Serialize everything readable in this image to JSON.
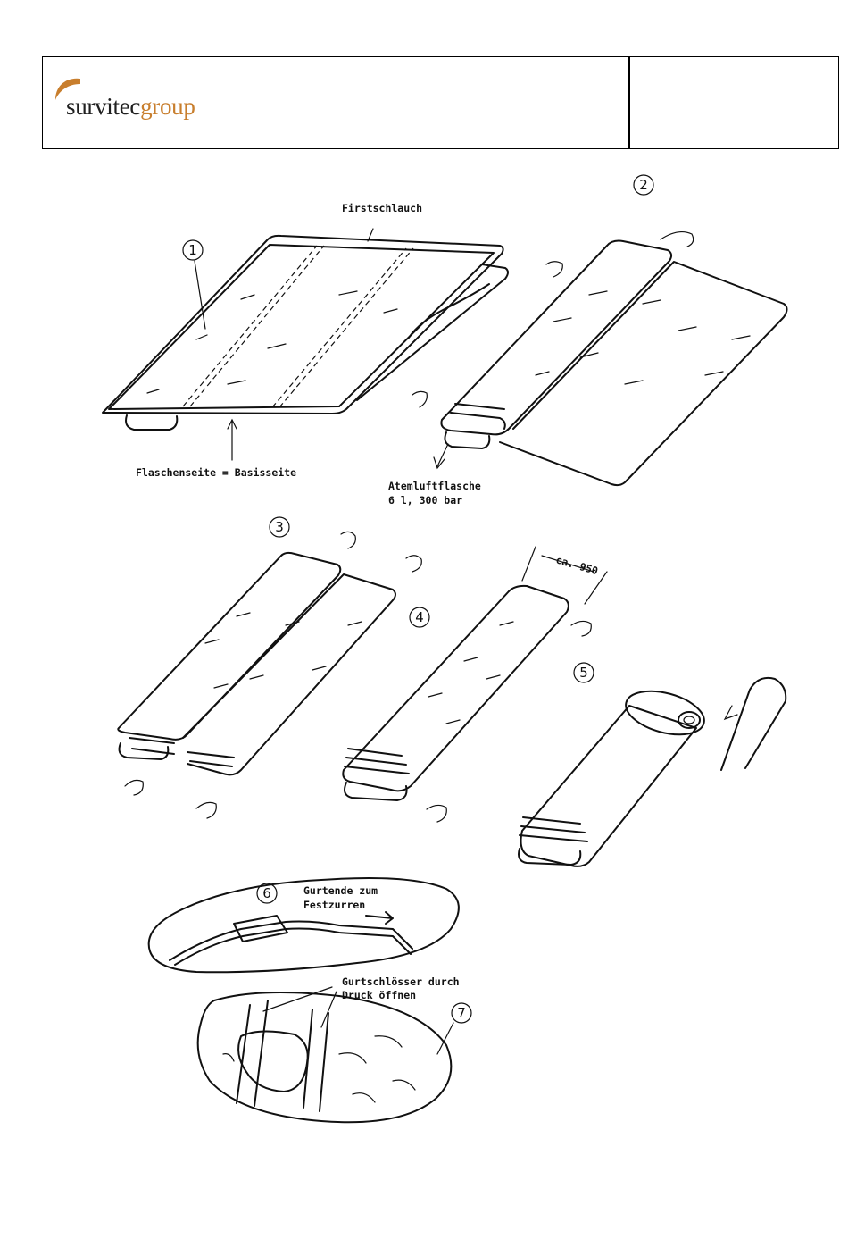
{
  "header": {
    "logo": {
      "text_a": "survitec",
      "text_b": "group",
      "accent_color": "#c87e2d"
    }
  },
  "figure": {
    "label_firstschlauch": "Firstschlauch",
    "label_flaschenseite": "Flaschenseite = Basisseite",
    "label_atemluft_line1": "Atemluftflasche",
    "label_atemluft_line2": "6 l, 300 bar",
    "label_dimension": "ca. 950",
    "label_gurtende_line1": "Gurtende zum",
    "label_gurtende_line2": "Festzurren",
    "label_gurtschloss_line1": "Gurtschlösser durch",
    "label_gurtschloss_line2": "Druck öffnen",
    "steps": [
      "1",
      "2",
      "3",
      "4",
      "5",
      "6",
      "7"
    ]
  }
}
